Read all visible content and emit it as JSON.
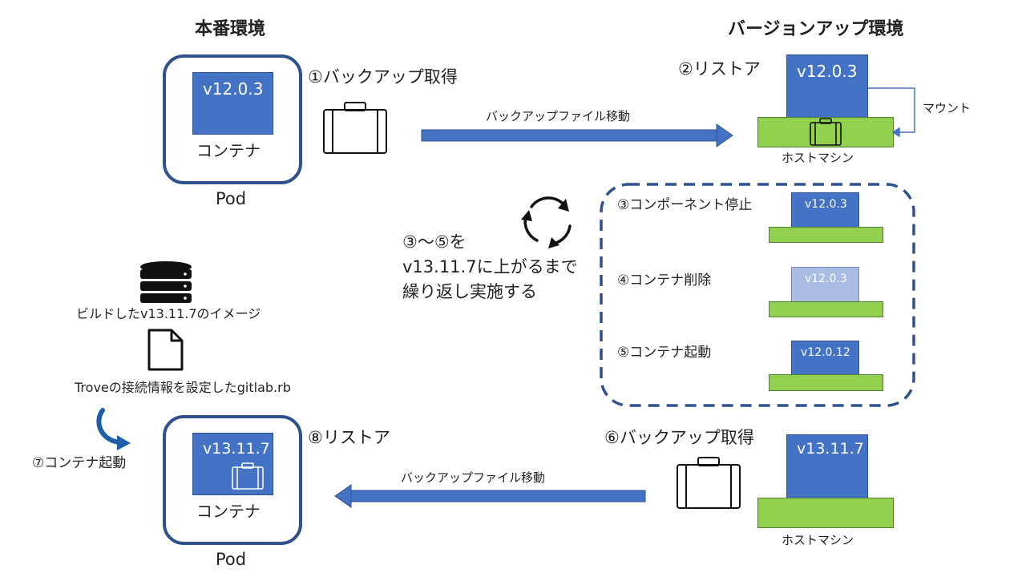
{
  "headers": {
    "production": "本番環境",
    "upgrade": "バージョンアップ環境"
  },
  "prod_top": {
    "version": "v12.0.3",
    "container_label": "コンテナ",
    "pod_label": "Pod"
  },
  "prod_bottom": {
    "version": "v13.11.7",
    "container_label": "コンテナ",
    "pod_label": "Pod"
  },
  "steps": {
    "s1": "①バックアップ取得",
    "s2": "②リストア",
    "s3": "③コンポーネント停止",
    "s4": "④コンテナ削除",
    "s5": "⑤コンテナ起動",
    "s6": "⑥バックアップ取得",
    "s7": "⑦コンテナ起動",
    "s8": "⑧リストア"
  },
  "arrows": {
    "move_top": "バックアップファイル移動",
    "move_bottom": "バックアップファイル移動",
    "mount": "マウント"
  },
  "upgrade_top": {
    "version": "v12.0.3",
    "host_label": "ホストマシン"
  },
  "loop_steps": {
    "v3": "v12.0.3",
    "v4": "v12.0.3",
    "v5": "v12.0.12"
  },
  "loop_note": {
    "line1": "③〜⑤を",
    "line2": "v13.11.7に上がるまで",
    "line3": "繰り返し実施する"
  },
  "upgrade_bottom": {
    "version": "v13.11.7",
    "host_label": "ホストマシン"
  },
  "resources": {
    "image_label": "ビルドしたv13.11.7のイメージ",
    "config_label": "Troveの接続情報を設定したgitlab.rb"
  },
  "colors": {
    "container_blue": "#4472c4",
    "pod_border": "#2f528f",
    "host_green": "#92d050",
    "stopped_container": "#a9bde4"
  },
  "icons": [
    "briefcase-icon",
    "refresh-cycle-icon",
    "database-icon",
    "document-icon",
    "curved-arrow-icon"
  ]
}
